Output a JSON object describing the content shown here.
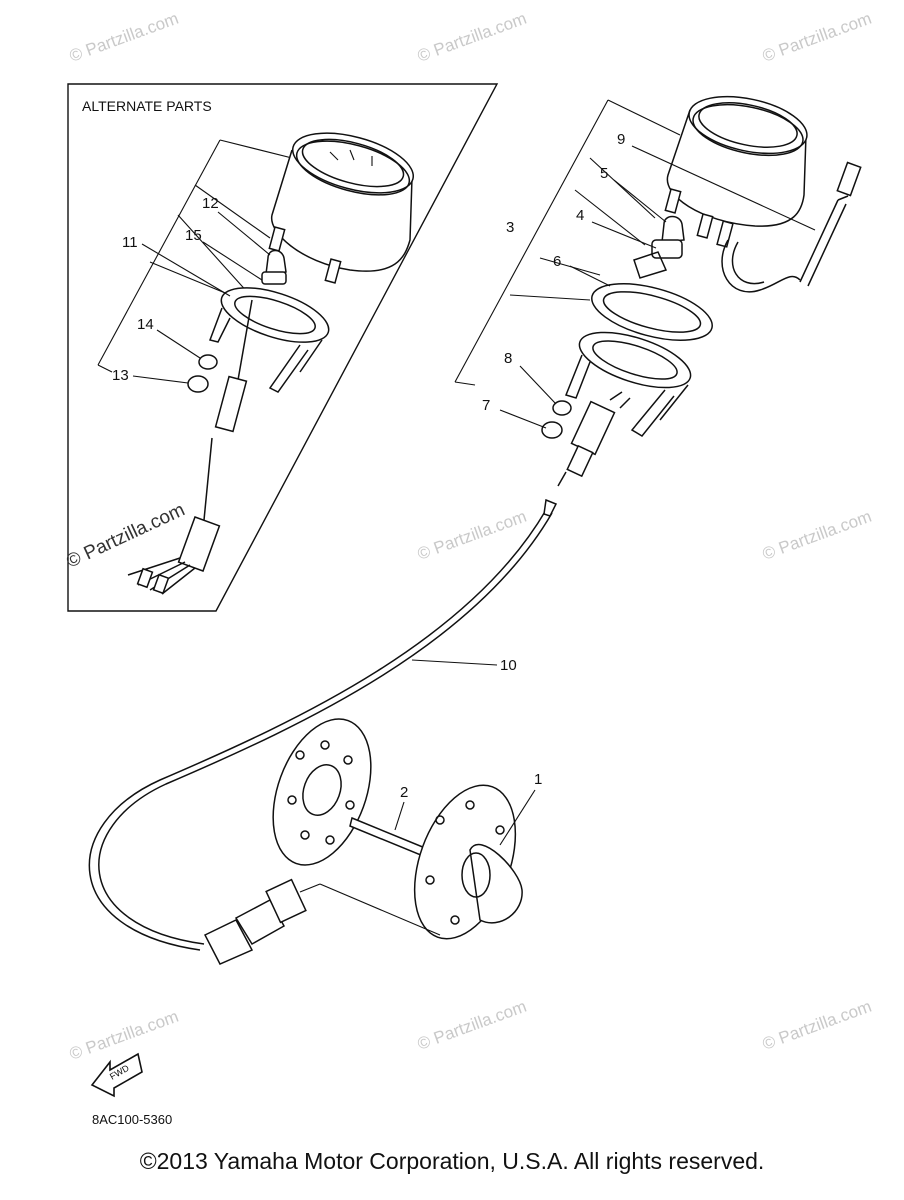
{
  "alternate_box": {
    "title": "ALTERNATE PARTS"
  },
  "callouts": {
    "c1": "1",
    "c2": "2",
    "c3": "3",
    "c4": "4",
    "c5": "5",
    "c6": "6",
    "c7": "7",
    "c8": "8",
    "c9": "9",
    "c10": "10",
    "c11": "11",
    "c12": "12",
    "c13": "13",
    "c14": "14",
    "c15": "15"
  },
  "watermark": "© Partzilla.com",
  "fwd_label": "FWD",
  "diagram_code": "8AC100-5360",
  "copyright": "©2013 Yamaha Motor Corporation, U.S.A. All rights reserved.",
  "icons": [
    "fwd-arrow-icon"
  ]
}
